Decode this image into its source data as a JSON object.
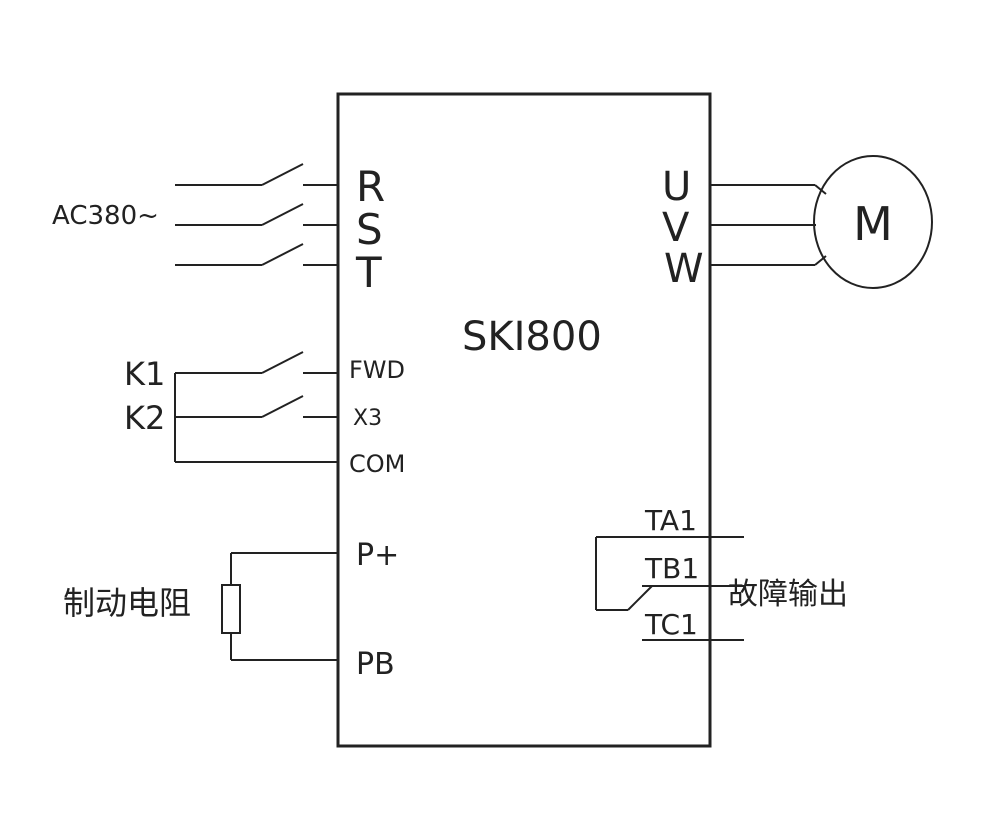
{
  "device": {
    "model": "SKI800"
  },
  "power_input": {
    "label": "AC380~",
    "terminals": [
      "R",
      "S",
      "T"
    ]
  },
  "motor_output": {
    "terminals": [
      "U",
      "V",
      "W"
    ],
    "motor_label": "M"
  },
  "control_inputs": {
    "switches": [
      "K1",
      "K2"
    ],
    "terminals": [
      "FWD",
      "X3",
      "COM"
    ]
  },
  "braking": {
    "label": "制动电阻",
    "terminals": [
      "P+",
      "PB"
    ]
  },
  "fault_relay": {
    "label": "故障输出",
    "terminals": [
      "TA1",
      "TB1",
      "TC1"
    ]
  }
}
